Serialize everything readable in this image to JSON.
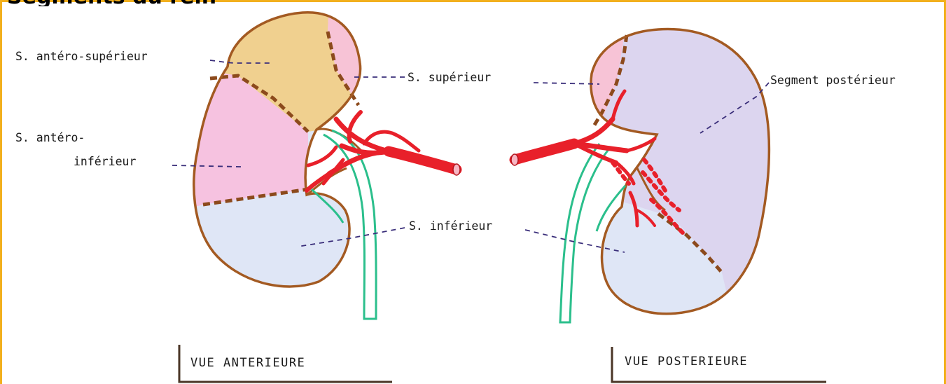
{
  "header": {
    "clipped_title": "Segments du rein"
  },
  "labels": {
    "antero_superieur": "S. antéro-supérieur",
    "antero_inferieur_line1": "S. antéro-",
    "antero_inferieur_line2": "inférieur",
    "superieur": "S. supérieur",
    "segment_posterieur": "Segment postérieur",
    "inferieur": "S. inférieur"
  },
  "views": {
    "anterior": "VUE ANTERIEURE",
    "posterior": "VUE POSTERIEURE"
  },
  "colors": {
    "frame": "#f2b01e",
    "capsule": "#a35a22",
    "segment_antero_superieur": "#f0d08f",
    "segment_antero_inferieur": "#f6c2e0",
    "segment_inferieur": "#dfe6f6",
    "segment_superieur": "#f7c3d6",
    "segment_posterieur": "#dcd5ef",
    "artery": "#e8202a",
    "ureter": "#2bbf8c"
  }
}
